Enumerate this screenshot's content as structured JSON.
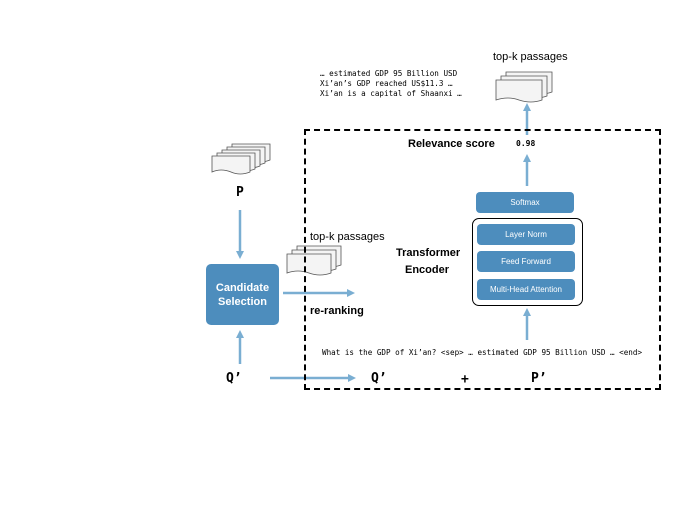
{
  "input_passages_label": "P",
  "query_label": "Q’",
  "candidate_selection": "Candidate Selection",
  "mid_top_k_label": "top-k passages",
  "reranking_label": "re-ranking",
  "encoder": {
    "title_line1": "Transformer",
    "title_line2": "Encoder",
    "softmax": "Softmax",
    "layer_norm": "Layer Norm",
    "feed_forward": "Feed Forward",
    "attention": "Multi-Head Attention"
  },
  "relevance": {
    "label": "Relevance score",
    "value": "0.98"
  },
  "output": {
    "top_k_label": "top-k passages",
    "snippets": [
      "… estimated GDP 95 Billion USD",
      "Xi’an’s GDP reached US$11.3 …",
      "Xi’an is a capital of Shaanxi …"
    ]
  },
  "input_sequence": "What is the GDP of Xi’an? <sep> … estimated GDP 95 Billion USD … <end>",
  "bottom": {
    "q": "Q’",
    "plus": "+",
    "p": "P’"
  },
  "colors": {
    "block": "#4d8dbd",
    "arrow": "#7aaed2"
  }
}
